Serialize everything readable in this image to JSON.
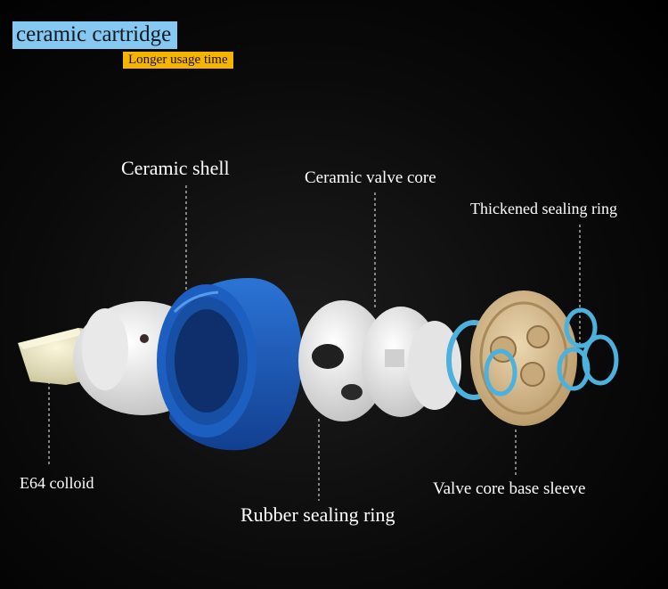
{
  "header": {
    "title": "ceramic cartridge",
    "subtitle": "Longer usage time"
  },
  "labels": {
    "ceramic_shell": "Ceramic shell",
    "ceramic_valve_core": "Ceramic valve core",
    "thickened_sealing_ring": "Thickened sealing ring",
    "e64_colloid": "E64 colloid",
    "rubber_sealing_ring": "Rubber sealing ring",
    "valve_core_base_sleeve": "Valve core base sleeve"
  },
  "colors": {
    "title_bg": "#86c8ef",
    "subtitle_bg": "#f5b400",
    "shell_blue": "#1f63c4",
    "ring_blue": "#4db1de",
    "base_beige": "#d9bf95"
  }
}
